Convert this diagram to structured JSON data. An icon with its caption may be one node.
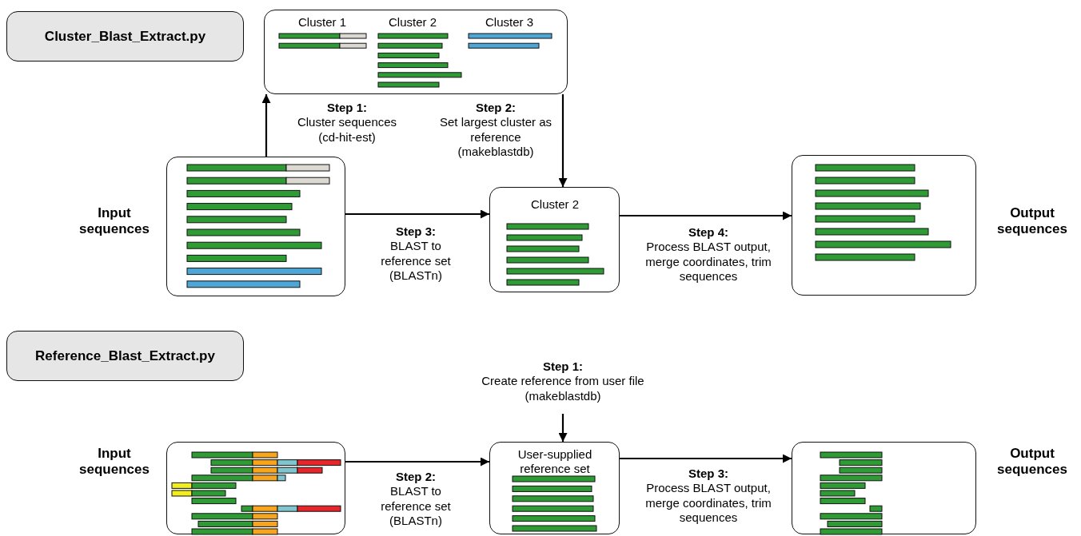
{
  "diagram": {
    "nodes": [
      {
        "text": [
          "Cluster_Blast_Extract.py"
        ]
      },
      {
        "text": [
          "Cluster 1",
          "Cluster 2",
          "Cluster 3"
        ]
      },
      {
        "text": [],
        "shape": "box",
        "beside": [
          "Input sequences"
        ]
      },
      {
        "text": [
          "Cluster 2"
        ]
      },
      {
        "text": [],
        "shape": "box",
        "beside": [
          "Output sequences"
        ]
      },
      {
        "text": [
          "Reference_Blast_Extract.py"
        ]
      },
      {
        "text": [],
        "shape": "box",
        "beside": [
          "Input sequences"
        ]
      },
      {
        "text": [
          "User-supplied reference set"
        ]
      },
      {
        "text": [],
        "shape": "box",
        "beside": [
          "Output sequences"
        ]
      }
    ],
    "edges": [
      {
        "from": 2,
        "to": 1,
        "arrow": "to",
        "label": "**Step 1:** Cluster sequences (cd-hit-est)"
      },
      {
        "from": 1,
        "to": 3,
        "arrow": "to",
        "label": "**Step 2:** Set largest cluster as reference (makeblastdb)"
      },
      {
        "from": 2,
        "to": 3,
        "arrow": "to",
        "label": "**Step 3:** BLAST to reference set (BLASTn)"
      },
      {
        "from": 3,
        "to": 4,
        "arrow": "to",
        "label": "**Step 4:** Process BLAST output, merge coordinates, trim sequences"
      },
      {
        "from": null,
        "to": 7,
        "arrow": "to",
        "label": "**Step 1:** Create reference from user file (makeblastdb)"
      },
      {
        "from": 6,
        "to": 7,
        "arrow": "to",
        "label": "**Step 2:** BLAST to reference set (BLASTn)"
      },
      {
        "from": 7,
        "to": 8,
        "arrow": "to",
        "label": "**Step 3:** Process BLAST output, merge coordinates, trim sequences"
      }
    ]
  }
}
